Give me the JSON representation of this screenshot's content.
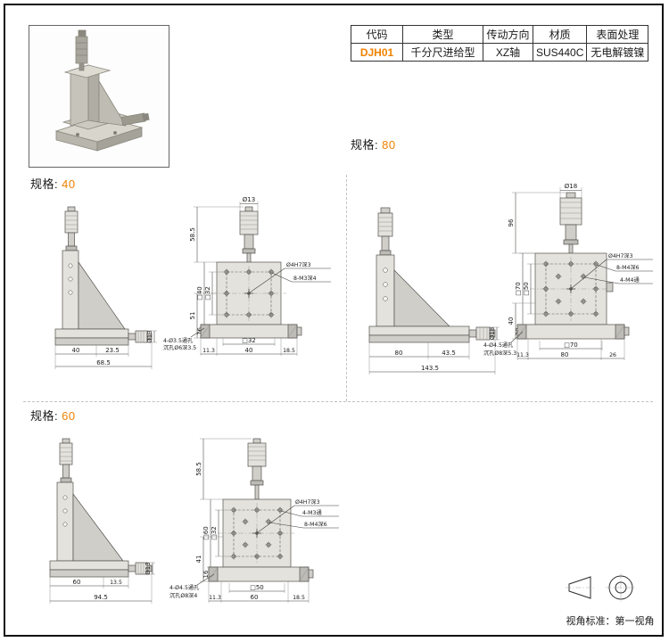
{
  "table": {
    "headers": [
      "代码",
      "类型",
      "传动方向",
      "材质",
      "表面处理"
    ],
    "row": [
      "DJH01",
      "千分尺进给型",
      "XZ轴",
      "SUS440C",
      "无电解镀镍"
    ],
    "accent_color": "#f08200"
  },
  "sections": {
    "s40": {
      "label": "规格:",
      "size": "40",
      "side": {
        "dia": "Ø13",
        "a": "40",
        "b": "23.5",
        "total": "68.5"
      },
      "front": {
        "dia": "Ø13",
        "htop": "58.5",
        "center_hole": "Ø4H7深3",
        "holes1": "8-M3深4",
        "sq_outer": "□40",
        "sq_inner": "□32",
        "hmid": "51",
        "hbase": "16",
        "note1": "4-Ø3.5通孔",
        "note2": "沉孔Ø6深3.5",
        "bsq": "□32",
        "b1": "11.3",
        "b2": "40",
        "b3": "18.5"
      }
    },
    "s80": {
      "label": "规格:",
      "size": "80",
      "side": {
        "dia": "Ø18",
        "a": "80",
        "b": "43.5",
        "total": "143.5"
      },
      "front": {
        "dia": "Ø18",
        "htop": "96",
        "center_hole": "Ø4H7深3",
        "holes1": "8-M4深6",
        "holes2": "4-M4通",
        "sq_outer": "□70",
        "sq_inner": "□50",
        "hmid": "40",
        "hbase": "20",
        "note1": "4-Ø4.5通孔",
        "note2": "沉孔Ø8深5.3",
        "bsq": "□70",
        "b1": "11.3",
        "b2": "80",
        "b3": "26"
      }
    },
    "s60": {
      "label": "规格:",
      "size": "60",
      "side": {
        "dia": "Ø13",
        "a": "60",
        "b": "13.5",
        "total": "94.5"
      },
      "front": {
        "htop": "58.5",
        "center_hole": "Ø4H7深3",
        "holes1": "4-M3通",
        "holes2": "8-M4深6",
        "sq_outer": "□60",
        "sq_inner": "□32",
        "hmid": "41",
        "hbase": "16",
        "note1": "4-Ø4.5通孔",
        "note2": "沉孔Ø8深4",
        "bsq": "□50",
        "b1": "11.3",
        "b2": "60",
        "b3": "18.5"
      }
    }
  },
  "footer": {
    "view_note": "视角标准：第一视角"
  }
}
